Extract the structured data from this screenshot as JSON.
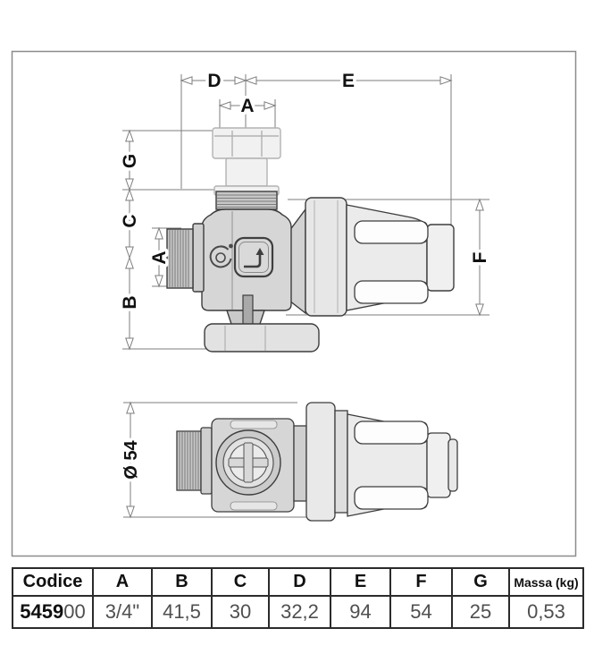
{
  "diagram": {
    "dimension_labels": {
      "top_left_span": "D",
      "top_right_span": "E",
      "nut_width": "A",
      "height_top": "G",
      "height_mid": "C",
      "height_bottom": "B",
      "thread_height": "A",
      "filter_diameter": "F",
      "body_diameter": "Ø 54"
    },
    "icons": {
      "rotation_icon": "rotation-arrow",
      "flow_icon": "flow-direction-arrow"
    },
    "colors": {
      "line": "#3d3d3d",
      "dimension": "#7d7d7d",
      "body_fill": "#d6d6d6",
      "ghost": "#b2b2b2"
    }
  },
  "table": {
    "headers": [
      "Codice",
      "A",
      "B",
      "C",
      "D",
      "E",
      "F",
      "G",
      "Massa (kg)"
    ],
    "row": {
      "code_bold": "5459",
      "code_suffix": "00",
      "values": [
        "3/4\"",
        "41,5",
        "30",
        "32,2",
        "94",
        "54",
        "25",
        "0,53"
      ]
    }
  }
}
